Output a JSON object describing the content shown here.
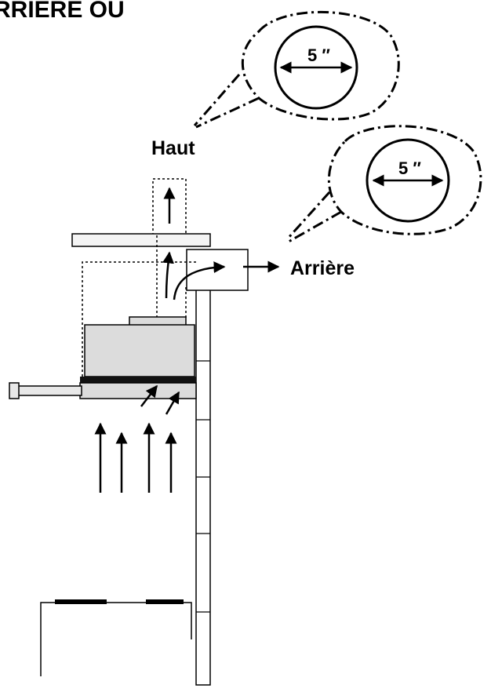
{
  "labels": {
    "heading": "RRIÈRE OU",
    "top": "Haut",
    "rear": "Arrière",
    "duct_top_size": "5 ″",
    "duct_rear_size": "5 ″"
  },
  "colors": {
    "line": "#000000",
    "hood_fill": "#dcdcdc",
    "background": "#ffffff"
  }
}
